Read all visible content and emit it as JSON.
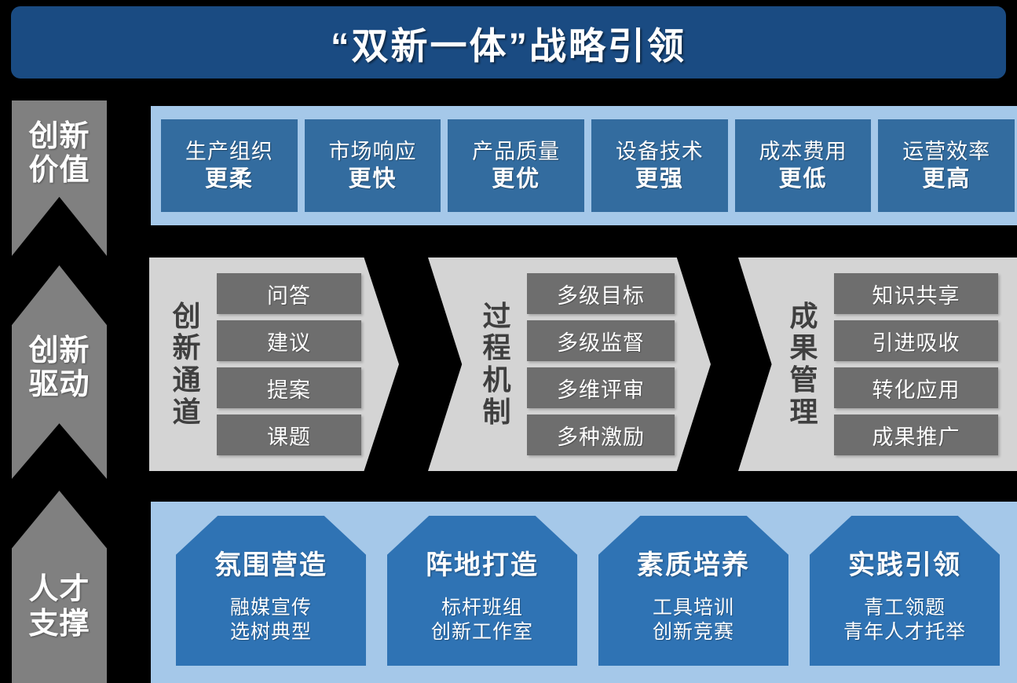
{
  "title": {
    "text": "“双新一体”战略引领",
    "background_color": "#1a4b82",
    "text_color": "#ffffff"
  },
  "sidebar": {
    "arrow_color": "#808080",
    "items": [
      {
        "label": "创新\n价值"
      },
      {
        "label": "创新\n驱动"
      },
      {
        "label": "人才\n支撑"
      }
    ]
  },
  "value_row": {
    "panel_color": "#a5c8e9",
    "box_color": "#336c9f",
    "boxes": [
      {
        "top": "生产组织",
        "bottom": "更柔"
      },
      {
        "top": "市场响应",
        "bottom": "更快"
      },
      {
        "top": "产品质量",
        "bottom": "更优"
      },
      {
        "top": "设备技术",
        "bottom": "更强"
      },
      {
        "top": "成本费用",
        "bottom": "更低"
      },
      {
        "top": "运营效率",
        "bottom": "更高"
      }
    ]
  },
  "process_row": {
    "panel_color": "#d4d4d4",
    "item_color": "#6e6e6e",
    "panels": [
      {
        "title": "创新通道",
        "items": [
          "问答",
          "建议",
          "提案",
          "课题"
        ]
      },
      {
        "title": "过程机制",
        "items": [
          "多级目标",
          "多级监督",
          "多维评审",
          "多种激励"
        ]
      },
      {
        "title": "成果管理",
        "items": [
          "知识共享",
          "引进吸收",
          "转化应用",
          "成果推广"
        ]
      }
    ]
  },
  "talent_row": {
    "panel_color": "#a5c8e9",
    "box_color": "#2f73b4",
    "boxes": [
      {
        "title": "氛围营造",
        "sub": "融媒宣传\n选树典型"
      },
      {
        "title": "阵地打造",
        "sub": "标杆班组\n创新工作室"
      },
      {
        "title": "素质培养",
        "sub": "工具培训\n创新竞赛"
      },
      {
        "title": "实践引领",
        "sub": "青工领题\n青年人才托举"
      }
    ]
  }
}
